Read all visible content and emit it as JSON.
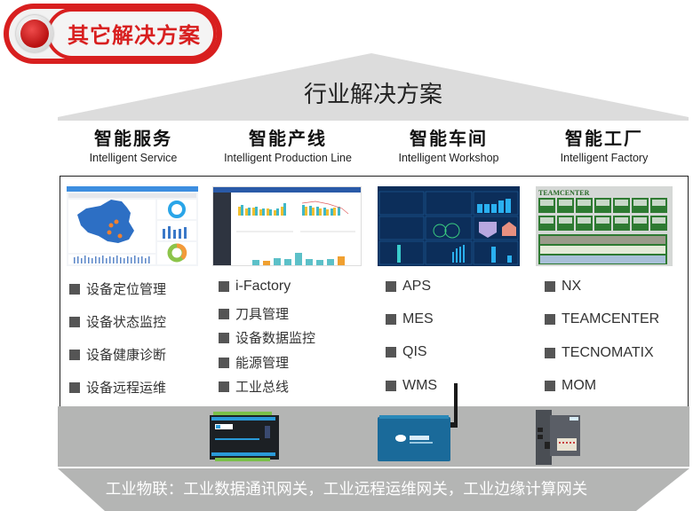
{
  "badge": {
    "label": "其它解决方案",
    "accent_color": "#d81f1f"
  },
  "roof": {
    "title": "行业解决方案",
    "color": "#dcdcdc"
  },
  "columns": [
    {
      "title_cn": "智能服务",
      "title_en": "Intelligent Service",
      "screenshot": "dashboard-china-map",
      "items": [
        "设备定位管理",
        "设备状态监控",
        "设备健康诊断",
        "设备远程运维"
      ]
    },
    {
      "title_cn": "智能产线",
      "title_en": "Intelligent Production Line",
      "screenshot": "i-factory-bar-charts",
      "items": [
        "i-Factory",
        "刀具管理",
        "设备数据监控",
        "能源管理",
        "工业总线"
      ]
    },
    {
      "title_cn": "智能车间",
      "title_en": "Intelligent Workshop",
      "screenshot": "workshop-dark-dashboard",
      "items": [
        "APS",
        "MES",
        "QIS",
        "WMS"
      ]
    },
    {
      "title_cn": "智能工厂",
      "title_en": "Intelligent Factory",
      "screenshot": "teamcenter-overview",
      "screenshot_label": "TEAMCENTER",
      "items": [
        "NX",
        "TEAMCENTER",
        "TECNOMATIX",
        "MOM"
      ]
    }
  ],
  "devices": [
    "data-gateway-device",
    "wireless-remote-gateway-device",
    "edge-computing-gateway-device"
  ],
  "bottom": {
    "text": "工业物联：工业数据通讯网关，工业远程运维网关，工业边缘计算网关",
    "color": "#b4b5b4"
  }
}
